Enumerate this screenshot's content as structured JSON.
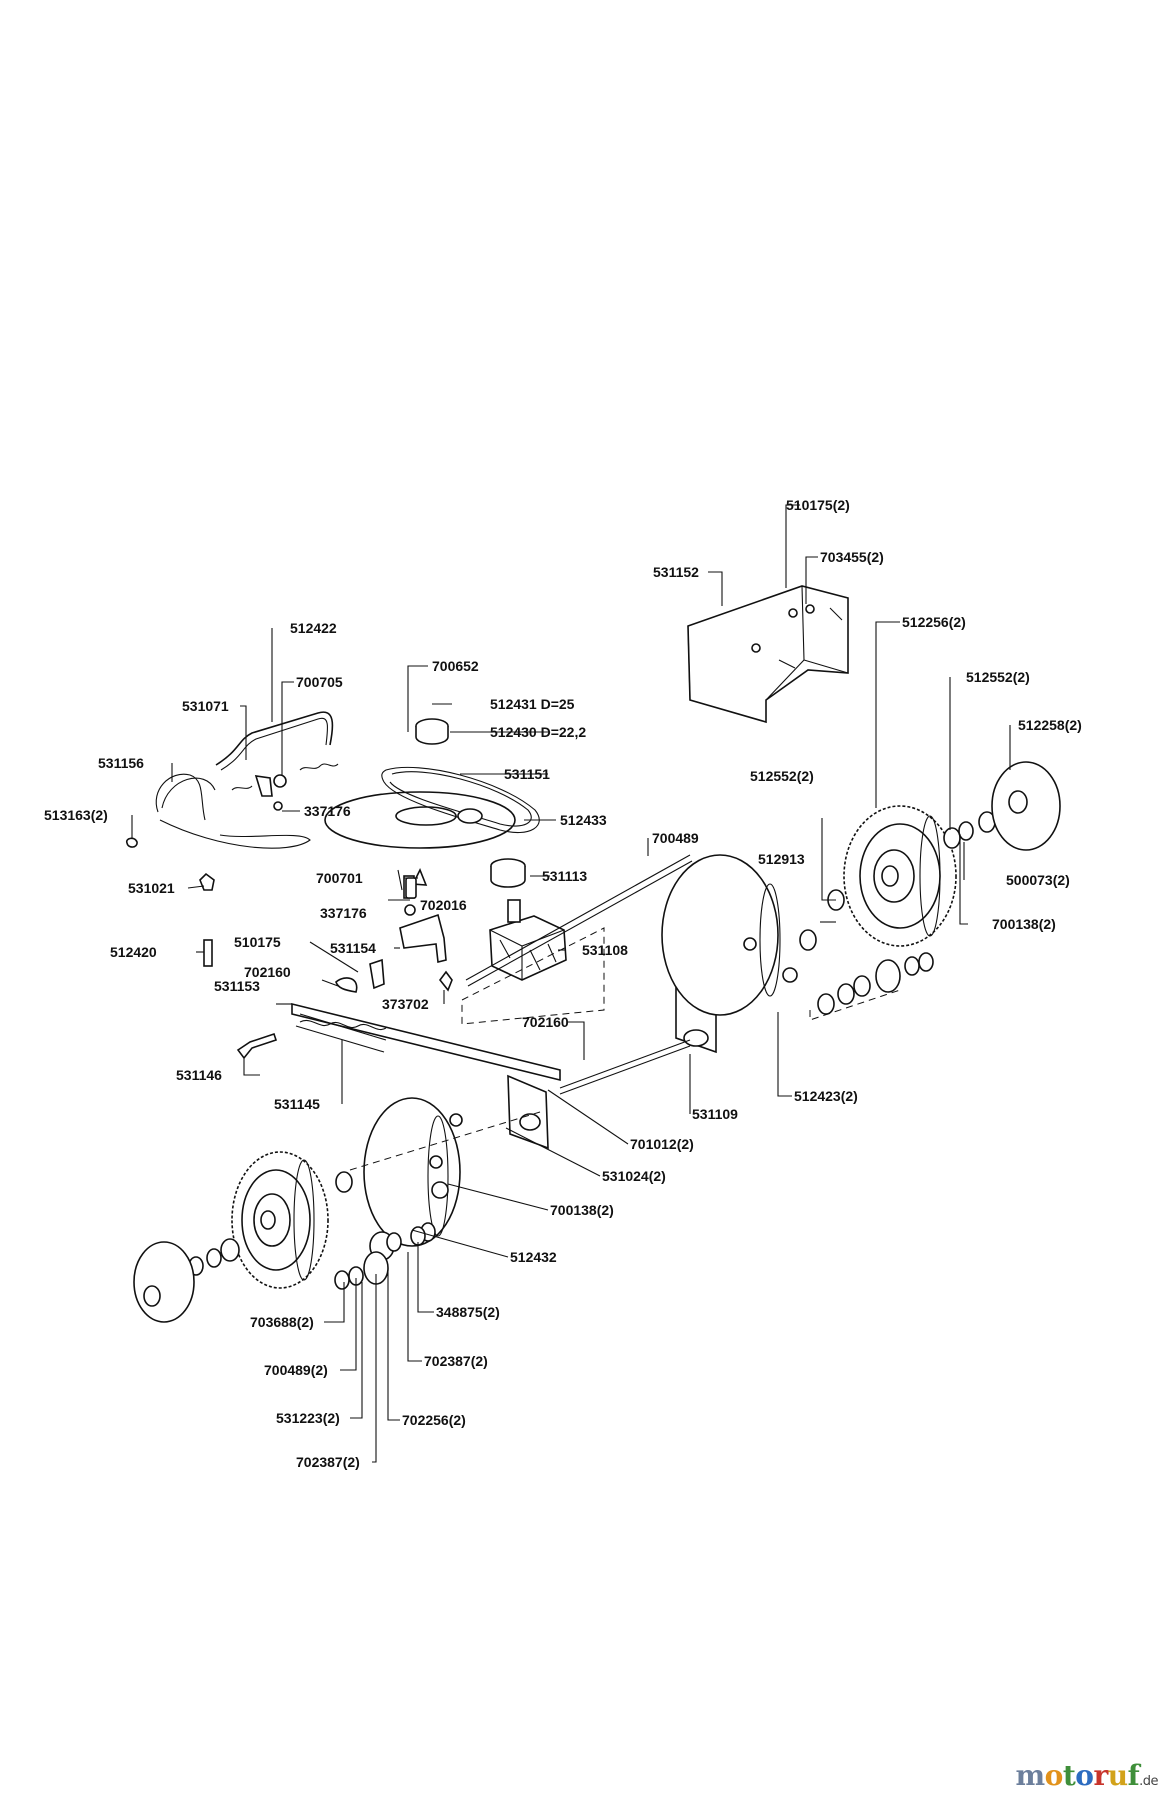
{
  "labels": [
    "510175(2)",
    "703455(2)",
    "531152",
    "512256(2)",
    "512552(2)",
    "512258(2)",
    "512422",
    "700705",
    "700652",
    "512431 D=25",
    "512430 D=22,2",
    "531071",
    "531156",
    "531151",
    "337176",
    "513163(2)",
    "512433",
    "512552(2)",
    "700489",
    "512913",
    "500073(2)",
    "531021",
    "700701",
    "531113",
    "702016",
    "337176",
    "700138(2)",
    "531108",
    "512420",
    "510175",
    "531154",
    "702160",
    "531153",
    "373702",
    "702160",
    "531146",
    "531145",
    "512423(2)",
    "531109",
    "701012(2)",
    "531024(2)",
    "700138(2)",
    "512432",
    "348875(2)",
    "703688(2)",
    "702387(2)",
    "700489(2)",
    "531223(2)",
    "702256(2)",
    "702387(2)"
  ],
  "watermark": {
    "letters": [
      "m",
      "o",
      "t",
      "o",
      "r",
      "u",
      "f"
    ],
    "suffix": ".de"
  }
}
